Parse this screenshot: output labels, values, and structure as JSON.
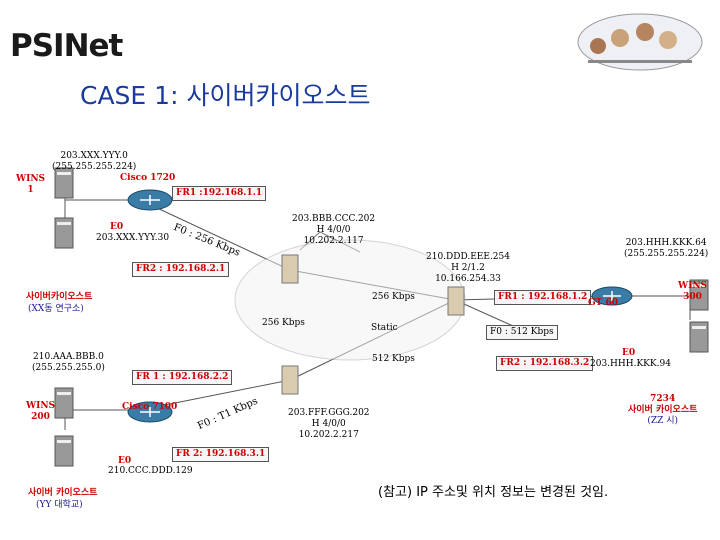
{
  "header": {
    "logo": "PSINet",
    "title": "CASE 1: 사이버카이오스트"
  },
  "labels": {
    "net_xxx": "203.XXX.YYY.0",
    "mask_224_a": "(255.255.255.224)",
    "wins1": "WINS",
    "wins1_num": "1",
    "cisco1720": "Cisco 1720",
    "fr1_a": "FR1 :192.168.1.1",
    "e0_a": "E0",
    "e0_a_ip": "203.XXX.YYY.30",
    "f0_256_a": "F0 : 256 Kbps",
    "fr2_a": "FR2 : 192.168.2.1",
    "site_xx": "사이버카이오스트",
    "site_xx_sub": "(XX동 연구소)",
    "hub_bbb": "203.BBB.CCC.202",
    "hub_bbb_h": "H 4/0/0",
    "hub_bbb_ip": "10.202.2.117",
    "hub_ddd": "210.DDD.EEE.254",
    "hub_ddd_h": "H 2/1.2",
    "hub_ddd_ip": "10.166.254.33",
    "hhh": "203.HHH.KKK.64",
    "mask_224_b": "(255.255.255.224)",
    "wins300": "WINS",
    "wins300_num": "300",
    "kbps256_a": "256 Kbps",
    "kbps256_b": "256 Kbps",
    "static": "Static",
    "kbps512": "512 Kbps",
    "fr1_b": "FR1 : 192.168.1.2",
    "gt60": "GT 60",
    "f0_512": "F0 : 512 Kbps",
    "fr2_b": "FR2 : 192.168.3.2",
    "e0_b": "E0",
    "e0_b_ip": "203.HHH.KKK.94",
    "net_aaa": "210.AAA.BBB.0",
    "mask_0": "(255.255.255.0)",
    "fr1_c": "FR 1 : 192.168.2.2",
    "wins200": "WINS",
    "wins200_num": "200",
    "cisco7100": "Cisco 7100",
    "f0_t1": "F0 : T1 Kbps",
    "hub_fff": "203.FFF.GGG.202",
    "hub_fff_h": "H 4/0/0",
    "hub_fff_ip": "10.202.2.217",
    "site_7234": "7234",
    "site_7234_name": "사이버 카이오스트",
    "site_7234_sub": "(ZZ 시)",
    "fr2_c": "FR 2: 192.168.3.1",
    "e0_c": "E0",
    "e0_c_ip": "210.CCC.DDD.129",
    "site_yy": "사이버 카이오스트",
    "site_yy_sub": "(YY 대학교)",
    "note": "(참고) IP 주소및 위치 정보는 변경된 것임."
  },
  "colors": {
    "title": "#1a3a9c",
    "device_label": "#cc0000",
    "site_label": "#1a1a8c",
    "link": "#555555"
  }
}
